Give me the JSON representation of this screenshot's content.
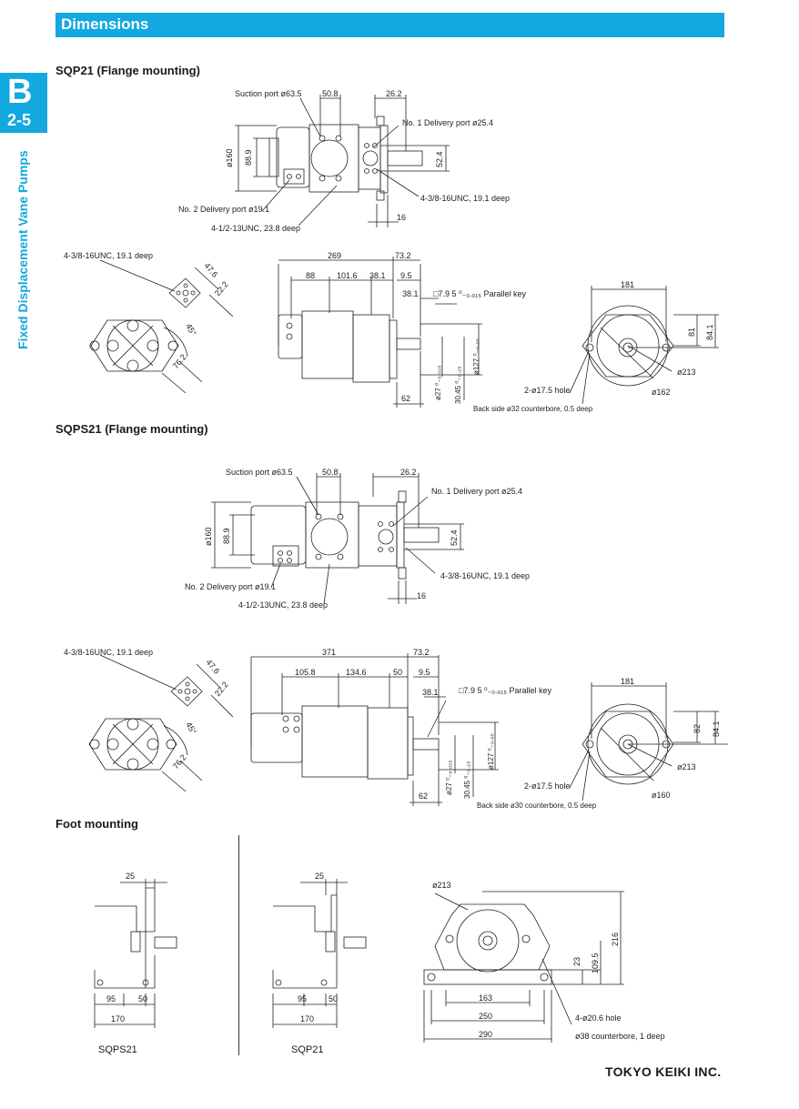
{
  "header": {
    "title": "Dimensions"
  },
  "side_tab": {
    "letter": "B",
    "number": "2-5",
    "vertical_title": "Fixed Displacement Vane Pumps"
  },
  "sections": {
    "sqp21": {
      "title": "SQP21 (Flange mounting)"
    },
    "sqps21": {
      "title": "SQPS21 (Flange mounting)"
    },
    "foot": {
      "title": "Foot mounting"
    }
  },
  "sqp21_side": {
    "suction_port": "Suction port ø63.5",
    "d_50_8": "50.8",
    "d_26_2": "26.2",
    "delivery1": "No. 1 Delivery port ø25.4",
    "d_160": "ø160",
    "d_88_9": "88.9",
    "d_52_4": "52.4",
    "delivery2": "No. 2 Delivery port ø19.1",
    "unc_4_38": "4-3/8-16UNC, 19.1 deep",
    "unc_4_12": "4-1/2-13UNC, 23.8 deep",
    "d_16": "16"
  },
  "sqp21_plan": {
    "unc_note": "4-3/8-16UNC, 19.1 deep",
    "d_47_6": "47.6",
    "d_22_2": "22.2",
    "d_45": "45°",
    "d_76_2": "76.2",
    "d_269": "269",
    "d_73_2": "73.2",
    "d_88": "88",
    "d_101_6": "101.6",
    "d_38_1a": "38.1",
    "d_9_5": "9.5",
    "d_38_1b": "38.1",
    "key": "□7.9 5 ⁰₋₀.₀₁₅ Parallel key",
    "d_127": "ø127 ⁰₋₀.₀₅",
    "d_27": "ø27 ⁰₋₀.₀₂₅",
    "d_30_45": "30.45 ⁰₋₀.₂₅",
    "d_62": "62",
    "d_181": "181",
    "d_81": "81",
    "d_84_1": "84.1",
    "d_213": "ø213",
    "hole": "2-ø17.5 hole",
    "d_162": "ø162",
    "counterbore": "Back side ø32 counterbore, 0.5 deep"
  },
  "sqps21_side": {
    "suction_port": "Suction port ø63.5",
    "d_50_8": "50.8",
    "d_26_2": "26.2",
    "delivery1": "No. 1 Delivery port ø25.4",
    "d_160": "ø160",
    "d_88_9": "88.9",
    "d_52_4": "52.4",
    "delivery2": "No. 2 Delivery port ø19.1",
    "unc_4_38": "4-3/8-16UNC, 19.1 deep",
    "unc_4_12": "4-1/2-13UNC, 23.8 deep",
    "d_16": "16"
  },
  "sqps21_plan": {
    "unc_note": "4-3/8-16UNC, 19.1 deep",
    "d_47_6": "47.6",
    "d_22_2": "22.2",
    "d_45": "45°",
    "d_76_2": "76.2",
    "d_371": "371",
    "d_73_2": "73.2",
    "d_105_8": "105.8",
    "d_134_6": "134.6",
    "d_50": "50",
    "d_9_5": "9.5",
    "d_38_1": "38.1",
    "key": "□7.9 5 ⁰₋₀.₀₁₅ Parallel key",
    "d_127": "ø127 ⁰₋₀.₀₅",
    "d_27": "ø27 ⁰₋₀.₀₂₅",
    "d_30_45": "30.45 ⁰₋₀.₂₅",
    "d_62": "62",
    "d_181": "181",
    "d_82": "82",
    "d_84_1": "84.1",
    "d_213": "ø213",
    "hole": "2-ø17.5 hole",
    "d_160": "ø160",
    "counterbore": "Back side ø30 counterbore, 0.5 deep"
  },
  "foot": {
    "left": {
      "d_25": "25",
      "d_95": "95",
      "d_50": "50",
      "d_170": "170",
      "caption": "SQPS21"
    },
    "mid": {
      "d_25": "25",
      "d_95": "95",
      "d_50": "50",
      "d_170": "170",
      "caption": "SQP21"
    },
    "right": {
      "d_213": "ø213",
      "d_216": "216",
      "d_109_5": "109.5",
      "d_23": "23",
      "d_163": "163",
      "d_250": "250",
      "d_290": "290",
      "hole": "4-ø20.6 hole",
      "counterbore": "ø38 counterbore, 1 deep"
    }
  },
  "footer": {
    "brand": "TOKYO KEIKI INC."
  },
  "colors": {
    "accent": "#13a8e0",
    "line": "#222222"
  }
}
